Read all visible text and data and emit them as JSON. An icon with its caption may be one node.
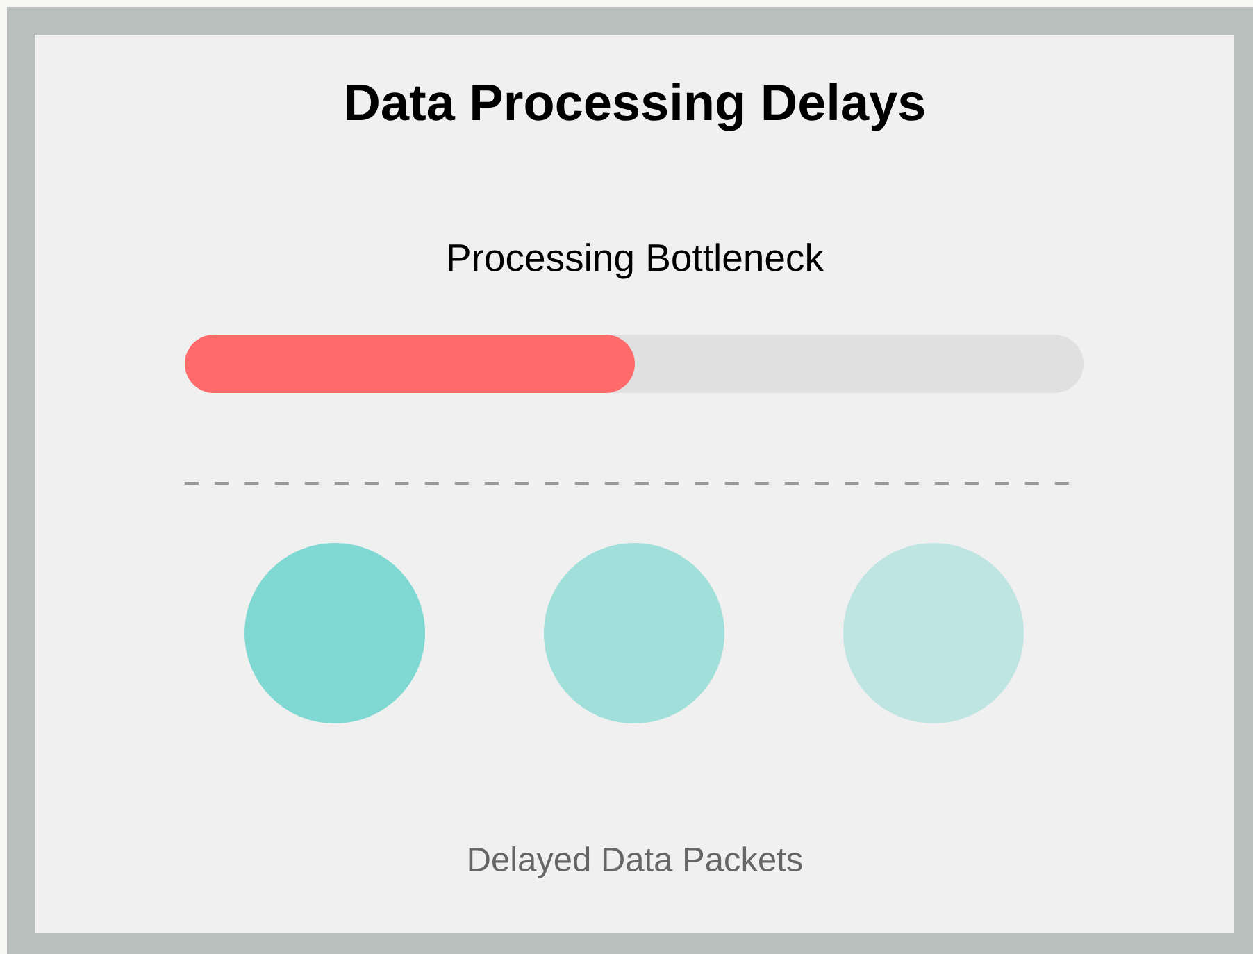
{
  "diagram": {
    "title": "Data Processing Delays",
    "nodes": [
      {
        "text": [],
        "shape": "bar"
      },
      {
        "text": [],
        "shape": "circle"
      },
      {
        "text": [],
        "shape": "circle"
      },
      {
        "text": [],
        "shape": "circle"
      }
    ],
    "labels": [
      "Processing Bottleneck",
      "Delayed Data Packets"
    ]
  }
}
